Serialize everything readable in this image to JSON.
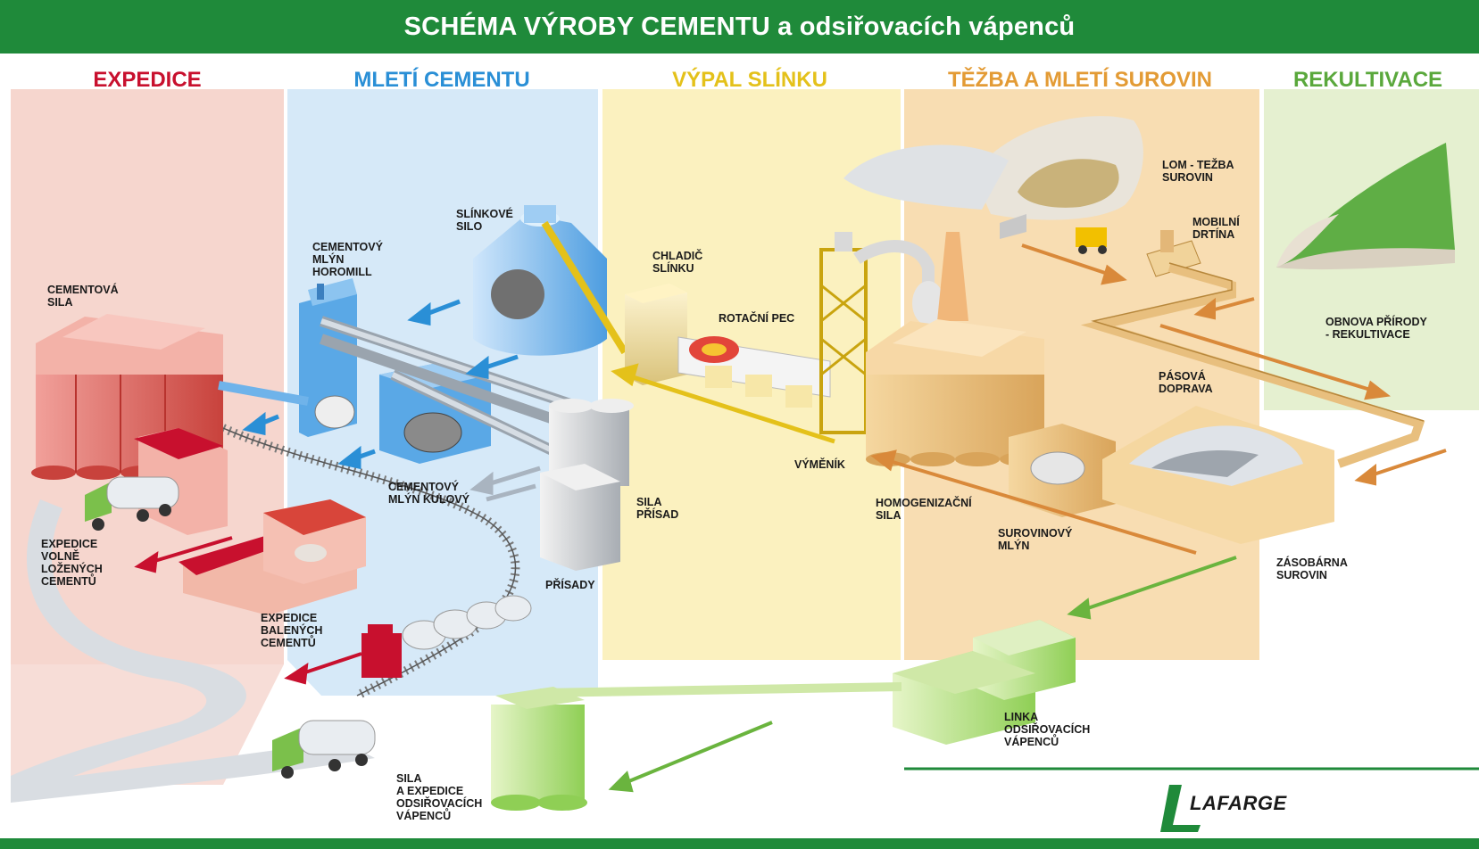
{
  "title": "SCHÉMA VÝROBY CEMENTU a odsiřovacích vápenců",
  "zones": [
    {
      "label": "EXPEDICE",
      "color": "#c8102e"
    },
    {
      "label": "MLETÍ CEMENTU",
      "color": "#2a8fd6"
    },
    {
      "label": "VÝPAL SLÍNKU",
      "color": "#e4c11a"
    },
    {
      "label": "TĚŽBA A MLETÍ SUROVIN",
      "color": "#e39b35"
    },
    {
      "label": "REKULTIVACE",
      "color": "#5aa83c"
    }
  ],
  "labels": {
    "cementova_sila": "CEMENTOVÁ\nSILA",
    "cementovy_mlyn_horomill": "CEMENTOVÝ\nMLÝN\nHOROMILL",
    "slinkove_silo": "SLÍNKOVÉ\nSILO",
    "chladic_slinku": "CHLADIČ\nSLÍNKU",
    "rotacni_pec": "ROTAČNÍ PEC",
    "vymenik": "VÝMĚNÍK",
    "lom_tezba": "LOM - TEŽBA\nSUROVIN",
    "mobilni_drtina": "MOBILNÍ\nDRTÍNA",
    "obnova_prirody": "OBNOVA PŘÍRODY\n- REKULTIVACE",
    "pasova_doprava": "PÁSOVÁ\nDOPRAVA",
    "homogenizacni_sila": "HOMOGENIZAČNÍ\nSILA",
    "surovinovy_mlyn": "SUROVINOVÝ\nMLÝN",
    "zasobarna_surovin": "ZÁSOBÁRNA\nSUROVIN",
    "cementovy_mlyn_kulovy": "CEMENTOVÝ\nMLÝN KULOVÝ",
    "sila_prisad": "SILA\nPŘÍSAD",
    "prisady": "PŘÍSADY",
    "expedice_volne": "EXPEDICE\nVOLNĚ\nLOŽENÝCH\nCEMENTŮ",
    "expedice_balenych": "EXPEDICE\nBALENÝCH\nCEMENTŮ",
    "linka_odsirovacich": "LINKA\nODSIŘOVACÍCH\nVÁPENCŮ",
    "sila_expedice_odsirovacich": "SILA\nA EXPEDICE\nODSIŘOVACÍCH\nVÁPENCŮ"
  },
  "logo": "LAFARGE",
  "colors": {
    "brand_green": "#1f8a3a",
    "arrow_red": "#c8102e",
    "arrow_blue": "#2a8fd6",
    "arrow_yellow": "#e4c11a",
    "arrow_orange": "#d9893a",
    "arrow_green": "#6ab43e",
    "arrow_gray": "#a9b4c0"
  }
}
